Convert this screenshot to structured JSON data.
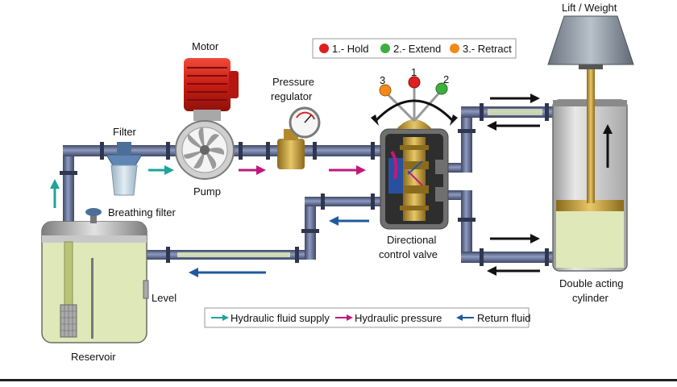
{
  "labels": {
    "lift_weight": "Lift / Weight",
    "motor": "Motor",
    "pressure_regulator_line1": "Pressure",
    "pressure_regulator_line2": "regulator",
    "filter": "Filter",
    "pump": "Pump",
    "breathing_filter": "Breathing filter",
    "directional_valve_line1": "Directional",
    "directional_valve_line2": "control valve",
    "double_acting_line1": "Double acting",
    "double_acting_line2": "cylinder",
    "level": "Level",
    "reservoir": "Reservoir"
  },
  "valve_positions": {
    "hold": "1.- Hold",
    "extend": "2.- Extend",
    "retract": "3.- Retract",
    "num1": "1",
    "num2": "2",
    "num3": "3"
  },
  "legend": {
    "supply": "Hydraulic fluid supply",
    "pressure": "Hydraulic pressure",
    "return": "Return fluid"
  },
  "colors": {
    "pipe": "#5d6a8c",
    "supply_arrow": "#1fa39a",
    "pressure_arrow": "#c2187e",
    "return_arrow": "#1f5a9e",
    "fluid": "#dfe8b8",
    "motor": "#d9261c",
    "hold": "#e01e1e",
    "extend": "#3fae3f",
    "retract": "#f28a1a"
  }
}
